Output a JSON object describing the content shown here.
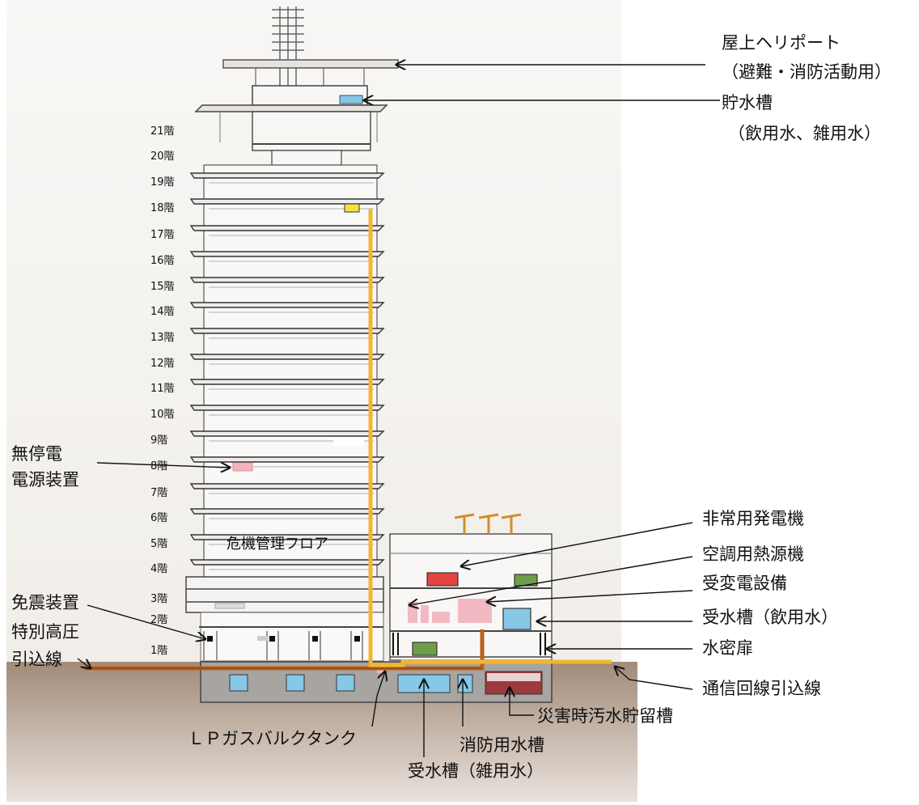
{
  "floors": [
    "21階",
    "20階",
    "19階",
    "18階",
    "17階",
    "16階",
    "15階",
    "14階",
    "13階",
    "12階",
    "11階",
    "10階",
    "9階",
    "8階",
    "7階",
    "6階",
    "5階",
    "4階",
    "3階",
    "2階",
    "1階"
  ],
  "labels": {
    "heliport": "屋上ヘリポート",
    "heliport_sub": "（避難・消防活動用）",
    "storage_tank": "貯水槽",
    "storage_tank_sub": "（飲用水、雑用水）",
    "ups_line1": "無停電",
    "ups_line2": "電源装置",
    "crisis_floor": "危機管理フロア",
    "seismic_isolation": "免震装置",
    "hv_line1": "特別高圧",
    "hv_line2": "引込線",
    "generator": "非常用発電機",
    "hvac_source": "空調用熱源機",
    "substation": "受変電設備",
    "receiving_tank_potable": "受水槽（飲用水）",
    "watertight_door": "水密扉",
    "comm_line": "通信回線引込線",
    "sewage_tank": "災害時汚水貯留槽",
    "lp_gas": "ＬＰガスバルクタンク",
    "fire_tank": "消防用水槽",
    "receiving_tank_misc": "受水槽（雑用水）"
  },
  "colors": {
    "ground": "#a58f7d",
    "building_line": "#444444",
    "gas_pipe": "#f2b632",
    "power_cable": "#b8621b",
    "water": "#86c8e6",
    "generator_red": "#e2453f",
    "equipment_green": "#6e9e4a",
    "ups_pink": "#f3b3bd",
    "sewage": "#9c3a3e"
  }
}
